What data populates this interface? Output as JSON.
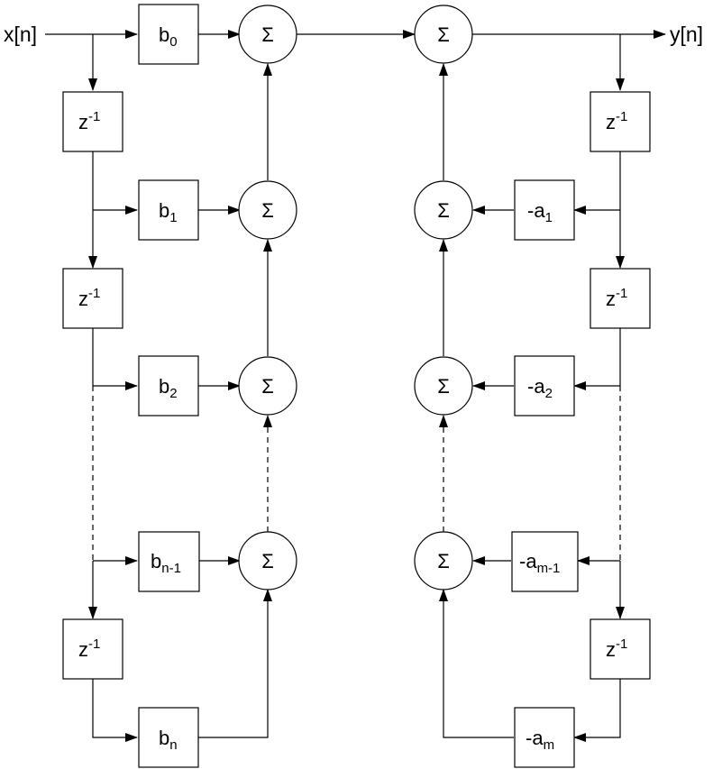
{
  "diagram": {
    "input_label": "x[n]",
    "output_label": "y[n]",
    "sum_symbol": "Σ",
    "delay": {
      "base": "z",
      "exp": "-1"
    },
    "ff_coeffs": [
      {
        "base": "b",
        "sub": "0"
      },
      {
        "base": "b",
        "sub": "1"
      },
      {
        "base": "b",
        "sub": "2"
      },
      {
        "base": "b",
        "sub": "n-1"
      },
      {
        "base": "b",
        "sub": "n"
      }
    ],
    "fb_coeffs": [
      {
        "base": "-a",
        "sub": "1"
      },
      {
        "base": "-a",
        "sub": "2"
      },
      {
        "base": "-a",
        "sub": "m-1"
      },
      {
        "base": "-a",
        "sub": "m"
      }
    ]
  }
}
